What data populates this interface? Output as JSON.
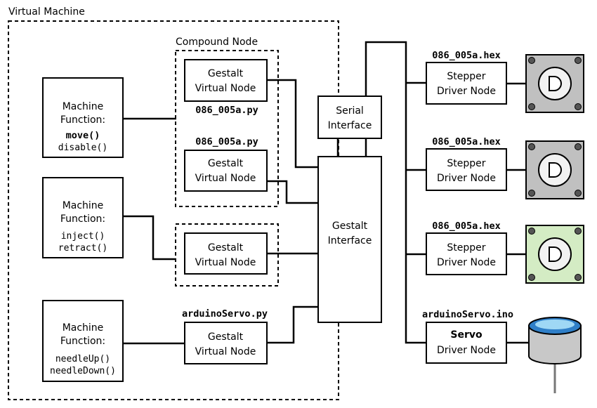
{
  "virtual_machine": {
    "title": "Virtual Machine",
    "compound_node_label": "Compound Node"
  },
  "machine_functions": [
    {
      "title_line1": "Machine",
      "title_line2": "Function:",
      "fn1": "move()",
      "fn2": "disable()"
    },
    {
      "title_line1": "Machine",
      "title_line2": "Function:",
      "fn1": "inject()",
      "fn2": "retract()"
    },
    {
      "title_line1": "Machine",
      "title_line2": "Function:",
      "fn1": "needleUp()",
      "fn2": "needleDown()"
    }
  ],
  "virtual_nodes": [
    {
      "line1": "Gestalt",
      "line2": "Virtual Node",
      "file": "086_005a.py"
    },
    {
      "line1": "Gestalt",
      "line2": "Virtual Node",
      "file": "086_005a.py"
    },
    {
      "line1": "Gestalt",
      "line2": "Virtual Node",
      "file": ""
    },
    {
      "line1": "Gestalt",
      "line2": "Virtual Node",
      "file": "arduinoServo.py"
    }
  ],
  "serial_interface": {
    "line1": "Serial",
    "line2": "Interface"
  },
  "gestalt_interface": {
    "line1": "Gestalt",
    "line2": "Interface"
  },
  "driver_nodes": [
    {
      "line1": "Stepper",
      "line2": "Driver Node",
      "file": "086_005a.hex",
      "motor_color": "#c0c0c0"
    },
    {
      "line1": "Stepper",
      "line2": "Driver Node",
      "file": "086_005a.hex",
      "motor_color": "#c0c0c0"
    },
    {
      "line1": "Stepper",
      "line2": "Driver Node",
      "file": "086_005a.hex",
      "motor_color": "#d4ecc4"
    },
    {
      "line1": "Servo",
      "line2": "Driver Node",
      "file": "arduinoServo.ino"
    }
  ],
  "colors": {
    "motor_gray": "#c0c0c0",
    "motor_green": "#d4ecc4",
    "servo_blue": "#2f7fc8",
    "servo_top": "#9fd8f5"
  }
}
